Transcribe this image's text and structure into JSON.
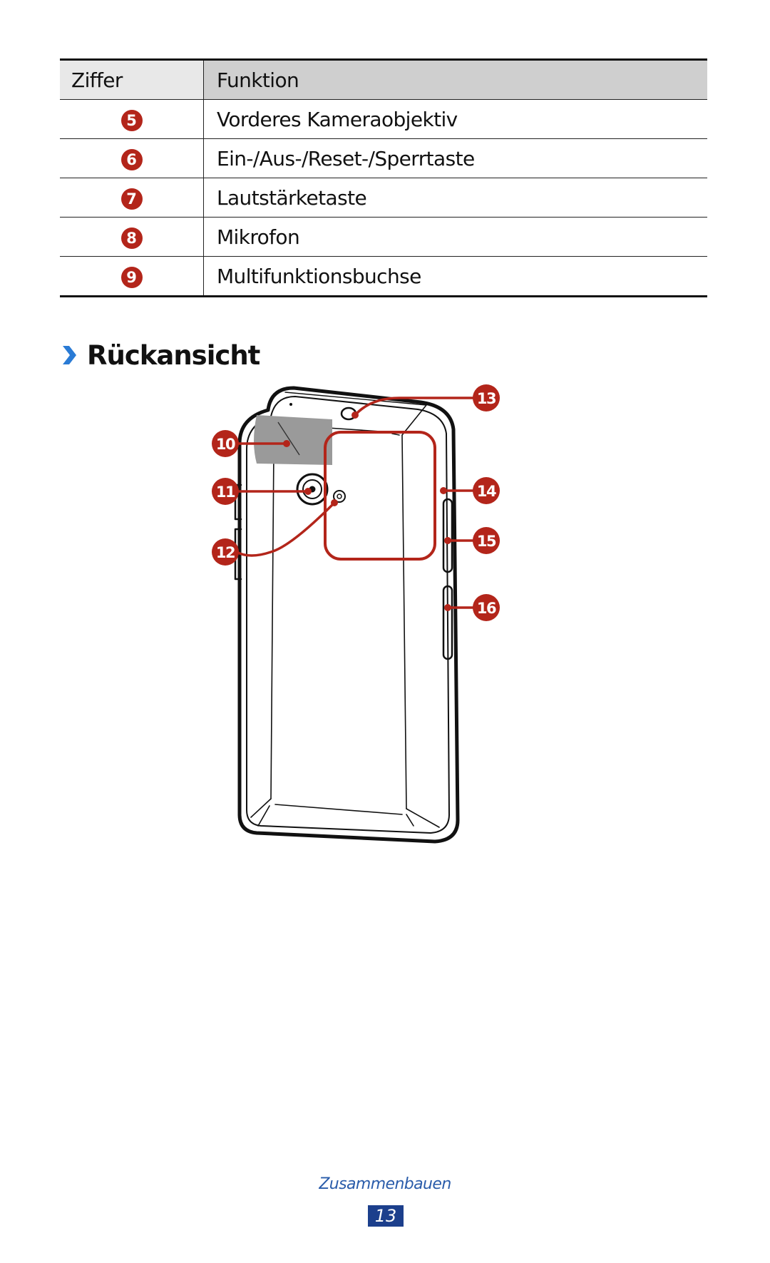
{
  "table": {
    "header": {
      "number": "Ziffer",
      "function": "Funktion"
    },
    "rows": [
      {
        "number": "5",
        "function": "Vorderes Kameraobjektiv"
      },
      {
        "number": "6",
        "function": "Ein-/Aus-/Reset-/Sperrtaste"
      },
      {
        "number": "7",
        "function": "Lautstärketaste"
      },
      {
        "number": "8",
        "function": "Mikrofon"
      },
      {
        "number": "9",
        "function": "Multifunktionsbuchse"
      }
    ]
  },
  "section": {
    "title": "Rückansicht",
    "icon": "chevron-right-icon"
  },
  "figure": {
    "callouts": [
      "10",
      "11",
      "12",
      "13",
      "14",
      "15",
      "16"
    ]
  },
  "footer": {
    "section": "Zusammenbauen",
    "page": "13"
  },
  "colors": {
    "callout": "#b3251a",
    "accent": "#2a7bd5",
    "footer": "#2a5caa",
    "page_box": "#1c3f8c"
  }
}
